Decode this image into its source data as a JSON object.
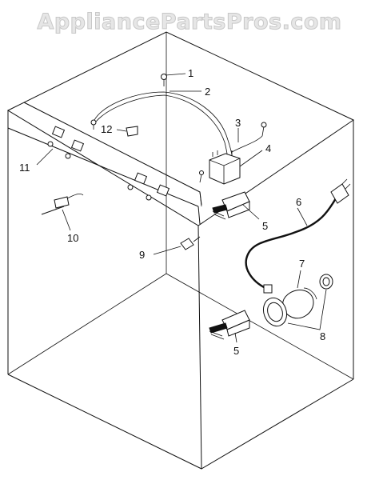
{
  "watermark": "AppliancePartsPros.com",
  "callouts": [
    {
      "id": "1",
      "label": "1"
    },
    {
      "id": "2",
      "label": "2"
    },
    {
      "id": "3",
      "label": "3"
    },
    {
      "id": "4",
      "label": "4"
    },
    {
      "id": "5a",
      "label": "5"
    },
    {
      "id": "5b",
      "label": "5"
    },
    {
      "id": "6",
      "label": "6"
    },
    {
      "id": "7",
      "label": "7"
    },
    {
      "id": "8",
      "label": "8"
    },
    {
      "id": "9",
      "label": "9"
    },
    {
      "id": "10",
      "label": "10"
    },
    {
      "id": "11",
      "label": "11"
    },
    {
      "id": "12",
      "label": "12"
    }
  ],
  "colors": {
    "line": "#111111",
    "watermark": "#e6e6e6"
  }
}
